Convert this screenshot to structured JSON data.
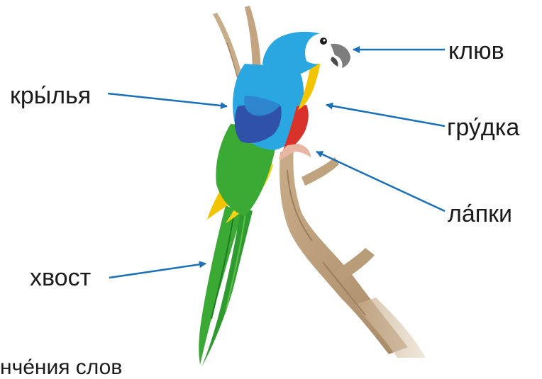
{
  "labels": {
    "beak": "клюв",
    "wings": "кры́лья",
    "breast": "гру́дка",
    "feet": "ла́пки",
    "tail": "хвост"
  },
  "cut_text": "нче́ния  слов",
  "colors": {
    "arrow": "#1a6fb5",
    "branch": "#b79a76",
    "head": "#2aa7e1",
    "wing_dark": "#2f52a8",
    "wing_green": "#3aaa35",
    "yellow": "#f2c500",
    "breast_red": "#d9322b"
  }
}
